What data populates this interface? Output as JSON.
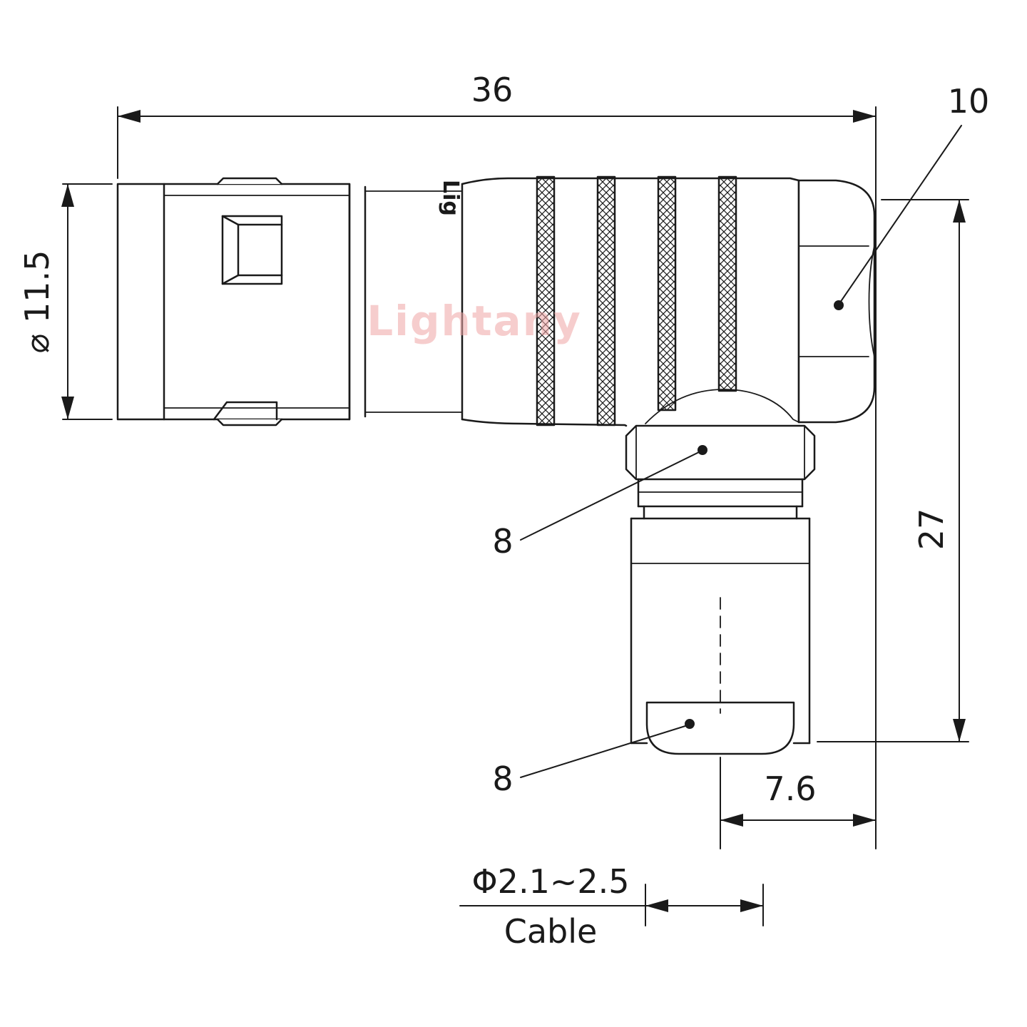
{
  "watermark": {
    "main": "Lightany",
    "engraving": "Lig"
  },
  "dimensions": {
    "overall_length": "36",
    "backshell_width": "10",
    "shell_diameter": "⌀ 11.5",
    "overall_height": "27",
    "hex_nut_1": "8",
    "hex_nut_2": "8",
    "exit_offset": "7.6",
    "cable_range": "Φ2.1~2.5",
    "cable_label": "Cable"
  },
  "colors": {
    "line": "#1a1a1a",
    "watermark": "#f0a6a6",
    "background": "#ffffff"
  }
}
